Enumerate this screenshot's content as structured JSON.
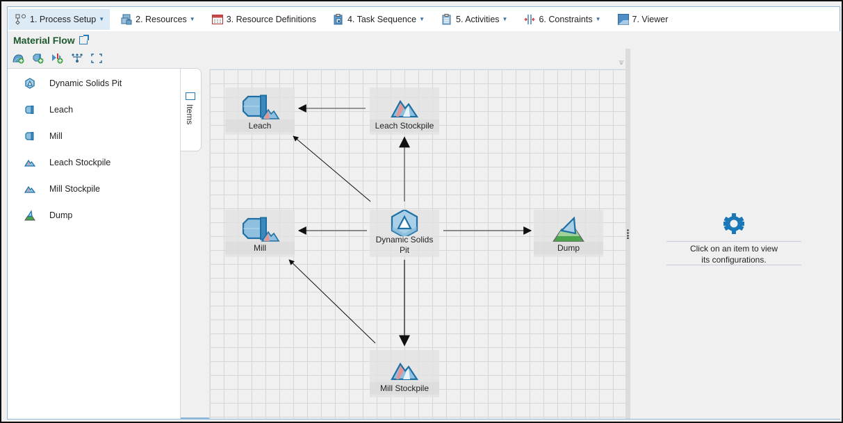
{
  "toolbar": {
    "items": [
      {
        "label": "1. Process Setup",
        "icon": "process-setup-icon",
        "has_dropdown": true,
        "active": true
      },
      {
        "label": "2. Resources",
        "icon": "resources-icon",
        "has_dropdown": true,
        "active": false
      },
      {
        "label": "3. Resource Definitions",
        "icon": "calendar-icon",
        "has_dropdown": false,
        "active": false
      },
      {
        "label": "4. Task Sequence",
        "icon": "task-sequence-icon",
        "has_dropdown": true,
        "active": false
      },
      {
        "label": "5. Activities",
        "icon": "activities-icon",
        "has_dropdown": true,
        "active": false
      },
      {
        "label": "6. Constraints",
        "icon": "constraints-icon",
        "has_dropdown": true,
        "active": false
      },
      {
        "label": "7. Viewer",
        "icon": "viewer-icon",
        "has_dropdown": false,
        "active": false
      }
    ],
    "caret": "▼"
  },
  "header": {
    "title": "Material Flow",
    "title_icon": "external-link-icon",
    "tools": [
      "add-pit-icon",
      "add-processor-icon",
      "add-split-icon",
      "hierarchy-layout-icon",
      "fit-to-screen-icon"
    ]
  },
  "sidebar": {
    "items": [
      {
        "label": "Dynamic Solids Pit",
        "icon": "pit-icon"
      },
      {
        "label": "Leach",
        "icon": "processor-icon"
      },
      {
        "label": "Mill",
        "icon": "processor-icon"
      },
      {
        "label": "Leach Stockpile",
        "icon": "stockpile-icon"
      },
      {
        "label": "Mill Stockpile",
        "icon": "stockpile-icon"
      },
      {
        "label": "Dump",
        "icon": "dump-icon"
      }
    ],
    "tab_label": "Items",
    "tab_icon": "items-grid-icon"
  },
  "canvas": {
    "nodes": [
      {
        "id": "leach",
        "label": "Leach",
        "type": "processor"
      },
      {
        "id": "leach_stockpile",
        "label": "Leach Stockpile",
        "type": "stockpile"
      },
      {
        "id": "mill",
        "label": "Mill",
        "type": "processor"
      },
      {
        "id": "pit",
        "label": "Dynamic Solids Pit",
        "type": "pit"
      },
      {
        "id": "dump",
        "label": "Dump",
        "type": "dump"
      },
      {
        "id": "mill_stockpile",
        "label": "Mill Stockpile",
        "type": "stockpile"
      }
    ],
    "edges": [
      {
        "from": "leach_stockpile",
        "to": "leach"
      },
      {
        "from": "pit",
        "to": "leach"
      },
      {
        "from": "pit",
        "to": "leach_stockpile"
      },
      {
        "from": "pit",
        "to": "mill"
      },
      {
        "from": "pit",
        "to": "dump"
      },
      {
        "from": "pit",
        "to": "mill_stockpile"
      },
      {
        "from": "mill_stockpile",
        "to": "mill"
      }
    ]
  },
  "config_panel": {
    "icon": "gear-icon",
    "message_line1": "Click on an item to view",
    "message_line2": "its configurations."
  },
  "colors": {
    "accent_blue": "#1a78b8",
    "title_green": "#1d5a2e",
    "active_tab_bg": "#dcebf5"
  }
}
